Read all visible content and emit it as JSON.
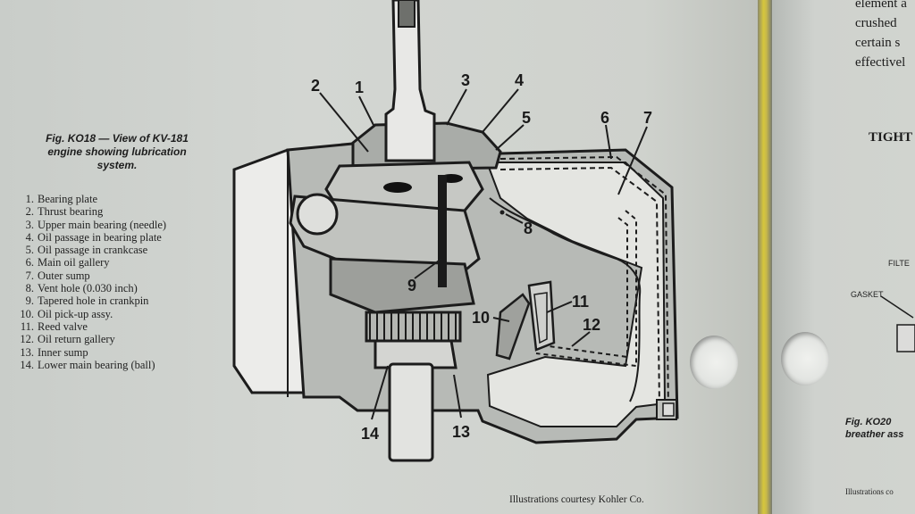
{
  "caption": {
    "line1": "Fig. KO18 — View of KV-181",
    "line2": "engine showing lubrication",
    "line3": "system."
  },
  "legend": [
    {
      "num": "1.",
      "text": "Bearing plate"
    },
    {
      "num": "2.",
      "text": "Thrust bearing"
    },
    {
      "num": "3.",
      "text": "Upper main bearing (needle)"
    },
    {
      "num": "4.",
      "text": "Oil passage in bearing plate"
    },
    {
      "num": "5.",
      "text": "Oil passage in crankcase"
    },
    {
      "num": "6.",
      "text": "Main oil gallery"
    },
    {
      "num": "7.",
      "text": "Outer sump"
    },
    {
      "num": "8.",
      "text": "Vent hole (0.030 inch)"
    },
    {
      "num": "9.",
      "text": "Tapered hole in crankpin"
    },
    {
      "num": "10.",
      "text": "Oil pick-up assy."
    },
    {
      "num": "11.",
      "text": "Reed valve"
    },
    {
      "num": "12.",
      "text": "Oil return gallery"
    },
    {
      "num": "13.",
      "text": "Inner sump"
    },
    {
      "num": "14.",
      "text": "Lower main bearing (ball)"
    }
  ],
  "diagram_labels": [
    "1",
    "2",
    "3",
    "4",
    "5",
    "6",
    "7",
    "8",
    "9",
    "10",
    "11",
    "12",
    "13",
    "14"
  ],
  "credit": "Illustrations courtesy Kohler Co.",
  "right_page": {
    "lines": [
      "element a",
      "crushed",
      "certain s",
      "effectivel"
    ],
    "heading": "TIGHT",
    "filter_label": "FILTE",
    "gasket_label": "GASKET",
    "fig_line1": "Fig.  KO20",
    "fig_line2": "breather ass",
    "credit": "Illustrations co"
  }
}
